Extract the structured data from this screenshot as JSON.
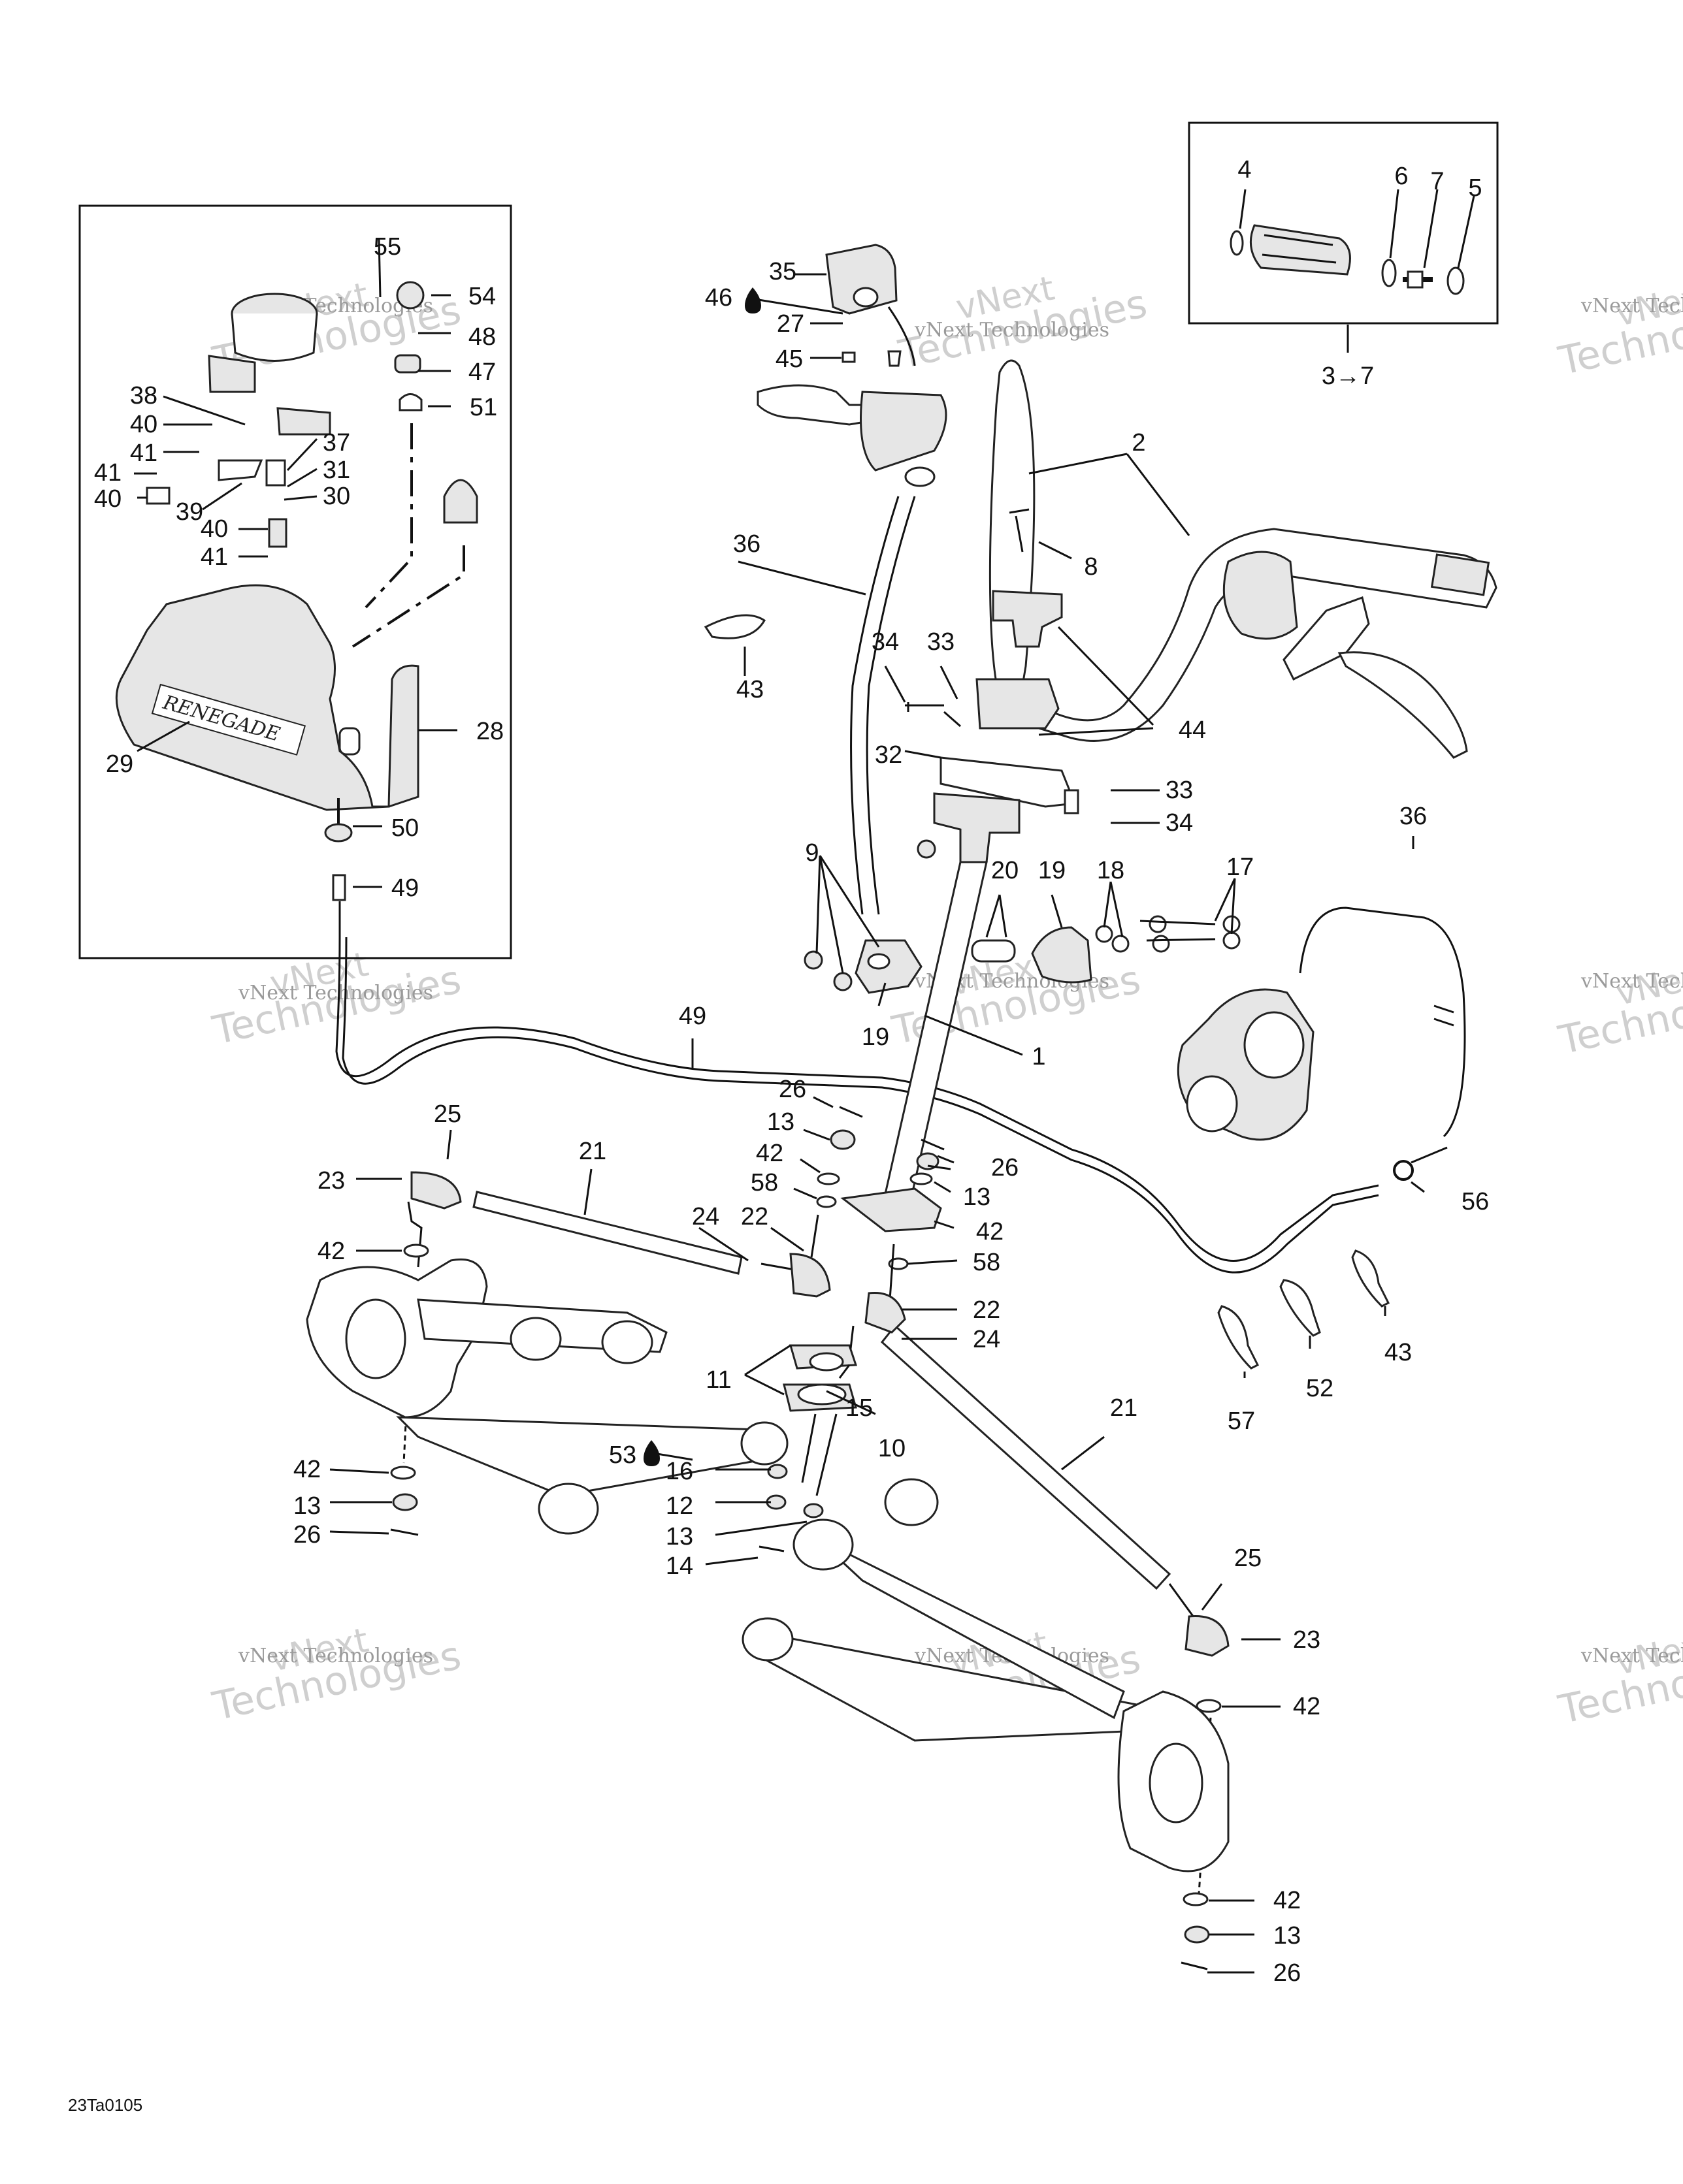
{
  "figure_code": "23Ta0105",
  "watermark": {
    "line1": "vNext",
    "line2": "Technologies",
    "small": "vNext Technologies"
  },
  "kit_label": "3→7",
  "callouts": [
    {
      "id": "c1",
      "text": "1"
    },
    {
      "id": "c2",
      "text": "2"
    },
    {
      "id": "c4",
      "text": "4"
    },
    {
      "id": "c5",
      "text": "5"
    },
    {
      "id": "c6",
      "text": "6"
    },
    {
      "id": "c7",
      "text": "7"
    },
    {
      "id": "c8",
      "text": "8"
    },
    {
      "id": "c9",
      "text": "9"
    },
    {
      "id": "c10",
      "text": "10"
    },
    {
      "id": "c11",
      "text": "11"
    },
    {
      "id": "c12",
      "text": "12"
    },
    {
      "id": "c13a",
      "text": "13"
    },
    {
      "id": "c13b",
      "text": "13"
    },
    {
      "id": "c13c",
      "text": "13"
    },
    {
      "id": "c13d",
      "text": "13"
    },
    {
      "id": "c13e",
      "text": "13"
    },
    {
      "id": "c14",
      "text": "14"
    },
    {
      "id": "c15",
      "text": "15"
    },
    {
      "id": "c16",
      "text": "16"
    },
    {
      "id": "c17",
      "text": "17"
    },
    {
      "id": "c18",
      "text": "18"
    },
    {
      "id": "c19a",
      "text": "19"
    },
    {
      "id": "c19b",
      "text": "19"
    },
    {
      "id": "c20",
      "text": "20"
    },
    {
      "id": "c21a",
      "text": "21"
    },
    {
      "id": "c21b",
      "text": "21"
    },
    {
      "id": "c22a",
      "text": "22"
    },
    {
      "id": "c22b",
      "text": "22"
    },
    {
      "id": "c23a",
      "text": "23"
    },
    {
      "id": "c23b",
      "text": "23"
    },
    {
      "id": "c24a",
      "text": "24"
    },
    {
      "id": "c24b",
      "text": "24"
    },
    {
      "id": "c25a",
      "text": "25"
    },
    {
      "id": "c25b",
      "text": "25"
    },
    {
      "id": "c26a",
      "text": "26"
    },
    {
      "id": "c26b",
      "text": "26"
    },
    {
      "id": "c26c",
      "text": "26"
    },
    {
      "id": "c26d",
      "text": "26"
    },
    {
      "id": "c26e",
      "text": "26"
    },
    {
      "id": "c27",
      "text": "27"
    },
    {
      "id": "c28",
      "text": "28"
    },
    {
      "id": "c29",
      "text": "29"
    },
    {
      "id": "c30",
      "text": "30"
    },
    {
      "id": "c31",
      "text": "31"
    },
    {
      "id": "c32",
      "text": "32"
    },
    {
      "id": "c33a",
      "text": "33"
    },
    {
      "id": "c33b",
      "text": "33"
    },
    {
      "id": "c34a",
      "text": "34"
    },
    {
      "id": "c34b",
      "text": "34"
    },
    {
      "id": "c35",
      "text": "35"
    },
    {
      "id": "c36a",
      "text": "36"
    },
    {
      "id": "c36b",
      "text": "36"
    },
    {
      "id": "c37",
      "text": "37"
    },
    {
      "id": "c38",
      "text": "38"
    },
    {
      "id": "c39",
      "text": "39"
    },
    {
      "id": "c40a",
      "text": "40"
    },
    {
      "id": "c40b",
      "text": "40"
    },
    {
      "id": "c40c",
      "text": "40"
    },
    {
      "id": "c41a",
      "text": "41"
    },
    {
      "id": "c41b",
      "text": "41"
    },
    {
      "id": "c41c",
      "text": "41"
    },
    {
      "id": "c42a",
      "text": "42"
    },
    {
      "id": "c42b",
      "text": "42"
    },
    {
      "id": "c42c",
      "text": "42"
    },
    {
      "id": "c42d",
      "text": "42"
    },
    {
      "id": "c42e",
      "text": "42"
    },
    {
      "id": "c42f",
      "text": "42"
    },
    {
      "id": "c42g",
      "text": "42"
    },
    {
      "id": "c43a",
      "text": "43"
    },
    {
      "id": "c43b",
      "text": "43"
    },
    {
      "id": "c44",
      "text": "44"
    },
    {
      "id": "c45",
      "text": "45"
    },
    {
      "id": "c46",
      "text": "46"
    },
    {
      "id": "c47",
      "text": "47"
    },
    {
      "id": "c48",
      "text": "48"
    },
    {
      "id": "c49a",
      "text": "49"
    },
    {
      "id": "c49b",
      "text": "49"
    },
    {
      "id": "c50",
      "text": "50"
    },
    {
      "id": "c51",
      "text": "51"
    },
    {
      "id": "c52",
      "text": "52"
    },
    {
      "id": "c53",
      "text": "53"
    },
    {
      "id": "c54",
      "text": "54"
    },
    {
      "id": "c55",
      "text": "55"
    },
    {
      "id": "c56",
      "text": "56"
    },
    {
      "id": "c57",
      "text": "57"
    },
    {
      "id": "c58a",
      "text": "58"
    },
    {
      "id": "c58b",
      "text": "58"
    }
  ],
  "brand_plate": "RENEGADE",
  "icons": [
    "oil-drop-icon",
    "arrow-right-icon"
  ]
}
